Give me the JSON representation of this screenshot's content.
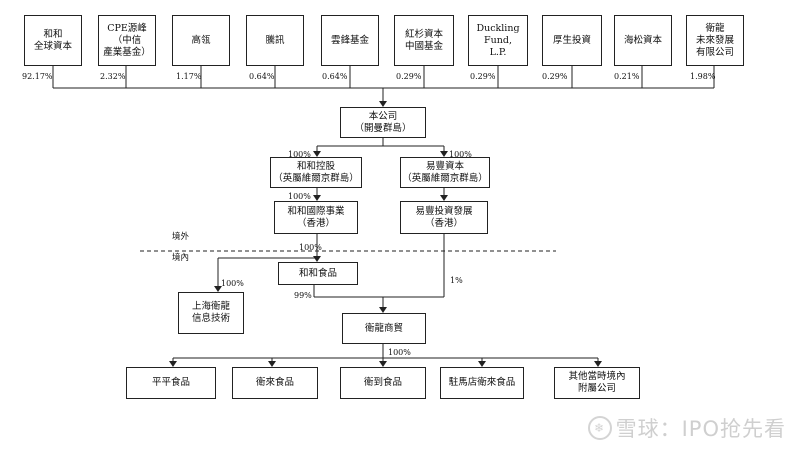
{
  "shareholders": [
    {
      "name": "和和\n全球資本",
      "pct": "92.17%"
    },
    {
      "name": "CPE源峰\n（中信\n產業基金）",
      "pct": "2.32%"
    },
    {
      "name": "高瓴",
      "pct": "1.17%"
    },
    {
      "name": "騰訊",
      "pct": "0.64%"
    },
    {
      "name": "雲鋒基金",
      "pct": "0.64%"
    },
    {
      "name": "紅杉資本\n中國基金",
      "pct": "0.29%"
    },
    {
      "name": "Duckling\nFund,\nL.P.",
      "pct": "0.29%"
    },
    {
      "name": "厚生投資",
      "pct": "0.29%"
    },
    {
      "name": "海松資本",
      "pct": "0.21%"
    },
    {
      "name": "衛龍\n未來發展\n有限公司",
      "pct": "1.98%"
    }
  ],
  "company": "本公司\n（開曼群島）",
  "level2": {
    "left": {
      "name": "和和控股\n（英屬維爾京群島）",
      "pct": "100%"
    },
    "right": {
      "name": "易豐資本\n（英屬維爾京群島）",
      "pct": "100%"
    }
  },
  "level3": {
    "left": {
      "name": "和和國際事業\n（香港）",
      "pct": "100%"
    },
    "right": {
      "name": "易豐投資發展\n（香港）"
    }
  },
  "zones": {
    "outside": "境外",
    "inside": "境內"
  },
  "hehe_food": {
    "name": "和和食品",
    "pct_from_intl": "100%"
  },
  "shanghai": {
    "name": "上海衛龍\n信息技術",
    "pct": "100%"
  },
  "weilong_trade": {
    "name": "衛龍商貿",
    "pct_hehe": "99%",
    "pct_yifeng": "1%"
  },
  "subsidiaries_pct": "100%",
  "subsidiaries": [
    {
      "name": "平平食品"
    },
    {
      "name": "衛來食品"
    },
    {
      "name": "衛到食品"
    },
    {
      "name": "駐馬店衛來食品"
    },
    {
      "name": "其他當時境內\n附屬公司"
    }
  ],
  "watermark": "雪球：IPO抢先看"
}
